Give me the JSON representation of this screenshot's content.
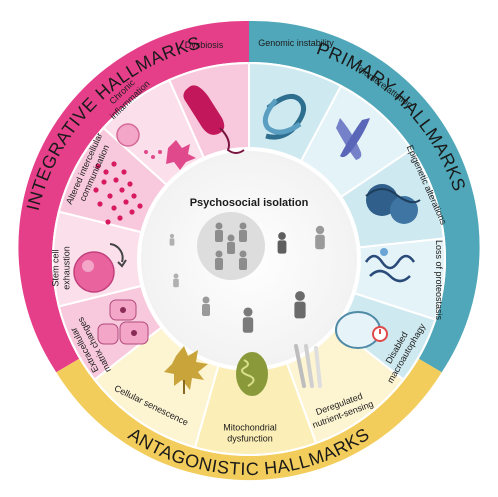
{
  "center": {
    "title": "Psychosocial isolation"
  },
  "ring_labels": {
    "integrative": "INTEGRATIVE HALLMARKS",
    "primary": "PRIMARY HALLMARKS",
    "antagonistic": "ANTAGONISTIC HALLMARKS"
  },
  "segments": {
    "dysbiosis": "Dysbiosis",
    "chronic_inflammation": [
      "Chronic",
      "inflammation"
    ],
    "altered_communication": [
      "Altered intercellular",
      "communication"
    ],
    "stem_cell_exhaustion": [
      "Stem cell",
      "exhaustion"
    ],
    "extracellular_matrix": [
      "Extracellular",
      "matrix changes"
    ],
    "genomic_instability": "Genomic instability",
    "telomere_attrition": "Telomere attrition",
    "epigenetic_alterations": "Epigenetic alterations",
    "loss_of_proteostasis": "Loss of proteostasis",
    "disabled_macroautophagy": [
      "Disabled",
      "macroautophagy"
    ],
    "cellular_senescence": "Cellular senescence",
    "mitochondrial_dysfunction": [
      "Mitochondrial",
      "dysfunction"
    ],
    "deregulated_nutrient_sensing": [
      "Deregulated",
      "nutrient-sensing"
    ]
  },
  "colors": {
    "integrative_outer": "#e63f8a",
    "primary_outer": "#4fa7b9",
    "antagonistic_outer": "#f3cd5c",
    "integrative_inner": "#f8c9dc",
    "primary_inner": "#cfe9f0",
    "antagonistic_inner": "#fbeeb6"
  }
}
